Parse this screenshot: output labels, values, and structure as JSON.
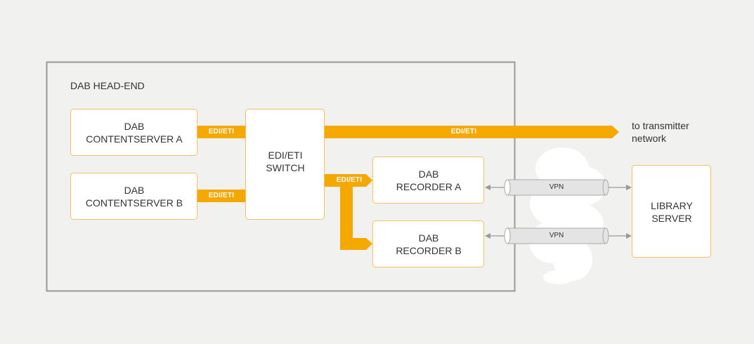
{
  "headend": {
    "title": "DAB HEAD-END"
  },
  "nodes": {
    "contentserver_a": {
      "line1": "DAB",
      "line2": "CONTENTSERVER A"
    },
    "contentserver_b": {
      "line1": "DAB",
      "line2": "CONTENTSERVER B"
    },
    "switch": {
      "line1": "EDI/ETI",
      "line2": "SWITCH"
    },
    "recorder_a": {
      "line1": "DAB",
      "line2": "RECORDER A"
    },
    "recorder_b": {
      "line1": "DAB",
      "line2": "RECORDER B"
    },
    "library": {
      "line1": "LIBRARY",
      "line2": "SERVER"
    }
  },
  "links": {
    "cs_a_to_switch": "EDI/ETI",
    "cs_b_to_switch": "EDI/ETI",
    "switch_to_transmitter": "EDI/ETI",
    "switch_to_recorders": "EDI/ETI",
    "vpn_a": "VPN",
    "vpn_b": "VPN"
  },
  "transmitter": {
    "line1": "to transmitter",
    "line2": "network"
  },
  "colors": {
    "background": "#f1f1f0",
    "accent_orange": "#f5a800",
    "box_border": "#f5c060",
    "frame_border": "#999999",
    "cloud": "#ffffff",
    "tube": "#e4e4e4"
  }
}
